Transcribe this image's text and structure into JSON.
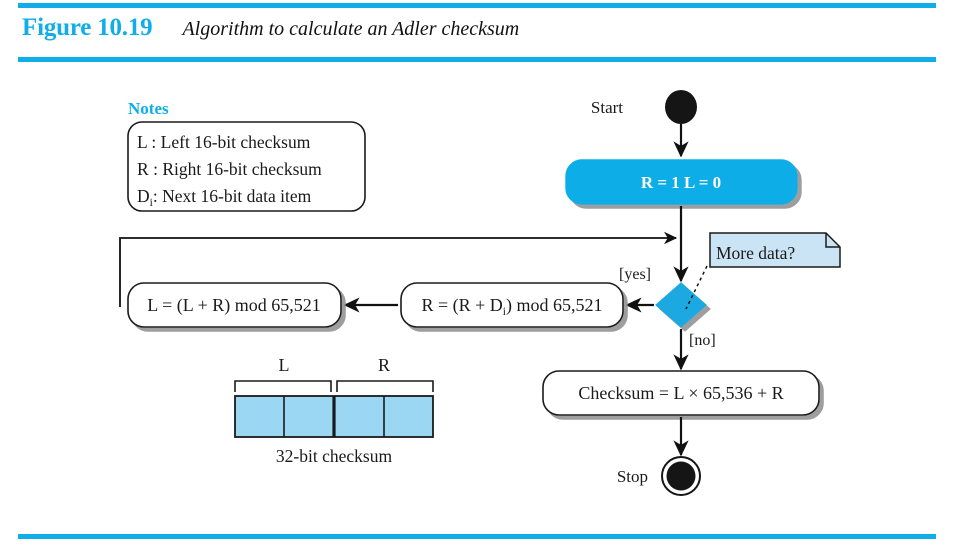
{
  "figure": {
    "label": "Figure 10.19",
    "caption": "Algorithm to calculate an Adler checksum",
    "accent_color": "#0FAEE8",
    "rule_color": "#0FAEE8"
  },
  "notes_panel": {
    "heading": "Notes",
    "lines": [
      {
        "term": "L",
        "sep": " : ",
        "text": "Left 16-bit checksum"
      },
      {
        "term": "R",
        "sep": " : ",
        "text": "Right 16-bit checksum"
      },
      {
        "term": "D",
        "subscript": "i",
        "sep": ": ",
        "text": "Next 16-bit data item"
      }
    ]
  },
  "flowchart": {
    "start_label": "Start",
    "stop_label": "Stop",
    "init_node": {
      "text": "R = 1   L = 0",
      "fill": "#0FAEE8",
      "text_color": "#ffffff"
    },
    "decision_node": {
      "fill": "#1CA8E0",
      "note": "More data?",
      "note_fill": "#CBE4F5",
      "guard_yes": "[yes]",
      "guard_no": "[no]"
    },
    "process_nodes": [
      {
        "name": "update-r",
        "text_before": "R = (R + D",
        "subscript": "i",
        "text_after": ") mod 65,521"
      },
      {
        "name": "update-l",
        "text": "L = (L + R) mod 65,521"
      },
      {
        "name": "final-checksum",
        "text": "Checksum = L × 65,536 + R"
      }
    ]
  },
  "checksum_bar": {
    "left_label": "L",
    "right_label": "R",
    "caption": "32-bit checksum",
    "cell_fill": "#9BD7F2",
    "cell_count": 4
  }
}
